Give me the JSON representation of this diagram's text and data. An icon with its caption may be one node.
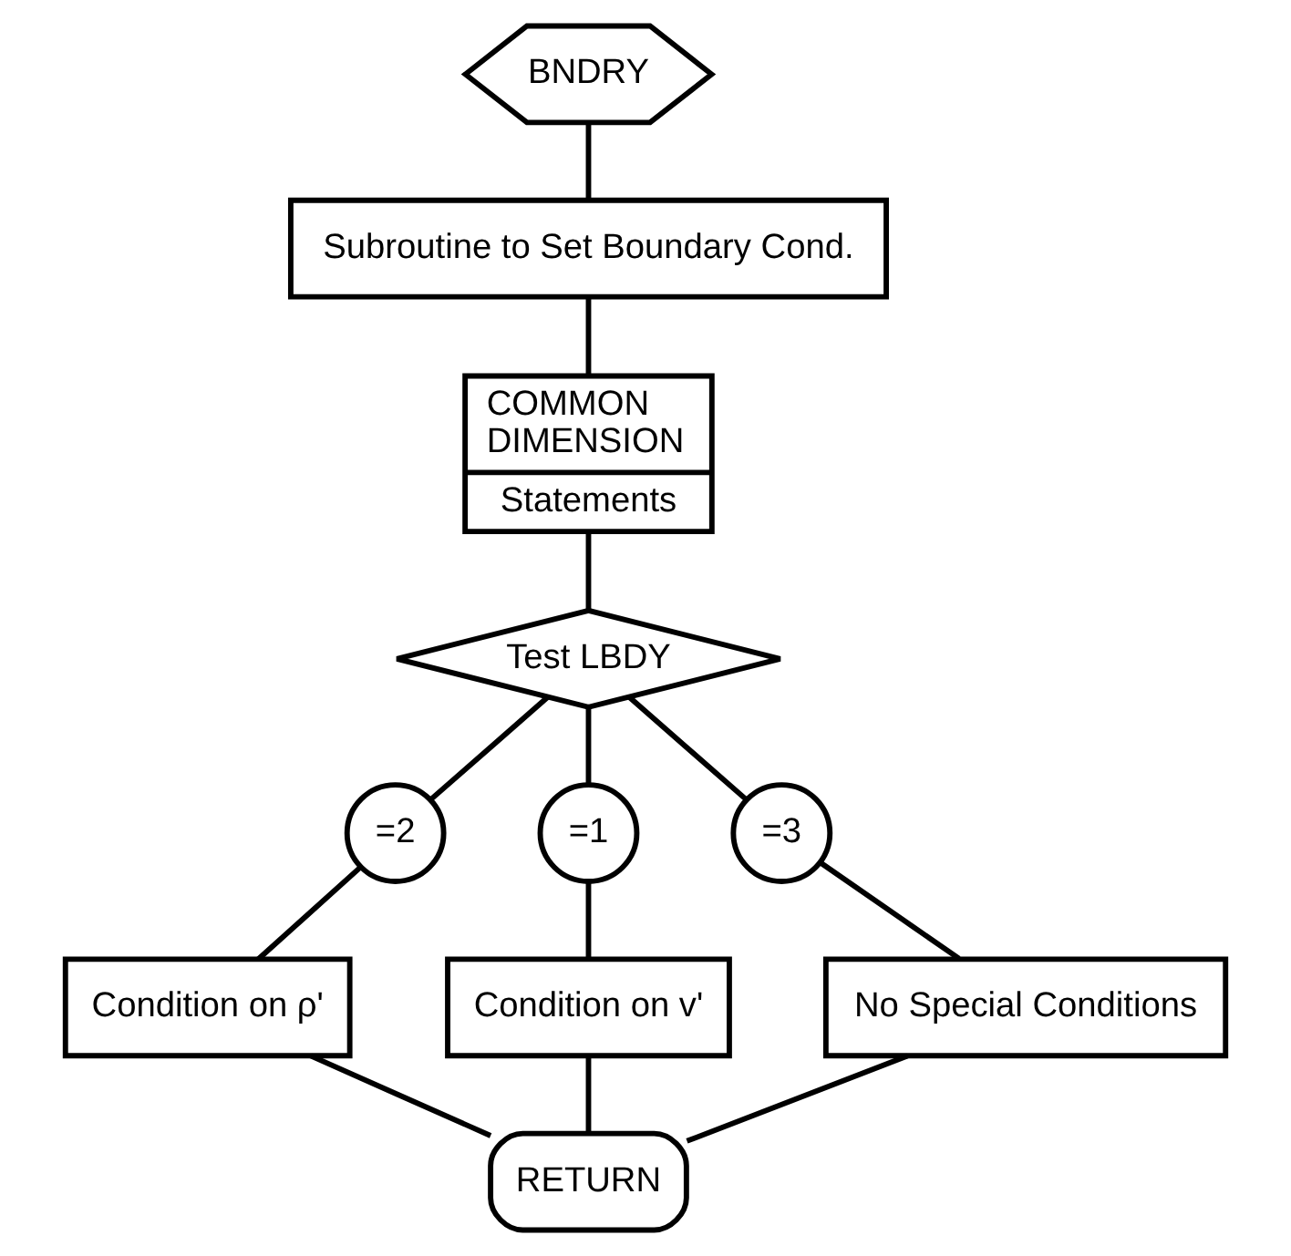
{
  "diagram": {
    "nodes": [
      {
        "text": [
          "BNDRY"
        ]
      },
      {
        "text": [
          "Subroutine to Set Boundary Cond."
        ]
      },
      {
        "text": [
          "COMMON DIMENSION",
          "Statements"
        ]
      },
      {
        "text": [
          "Test LBDY"
        ]
      },
      {
        "text": [
          "=2"
        ]
      },
      {
        "text": [
          "=3"
        ]
      },
      {
        "text": [
          "=1"
        ]
      },
      {
        "text": [
          "Condition on v'"
        ]
      },
      {
        "text": [
          "Condition on ρ'"
        ]
      },
      {
        "text": [
          "No Special Conditions"
        ]
      },
      {
        "text": [
          "RETURN"
        ]
      }
    ],
    "edges": [
      {
        "from": 0,
        "to": 1,
        "arrow": "none"
      },
      {
        "from": 1,
        "to": 2,
        "arrow": "none"
      },
      {
        "from": 2,
        "to": 3,
        "arrow": "none"
      },
      {
        "from": 3,
        "to": 4,
        "arrow": "none"
      },
      {
        "from": 3,
        "to": 5,
        "arrow": "none"
      },
      {
        "from": 3,
        "to": 6,
        "arrow": "none"
      },
      {
        "from": 6,
        "to": 7,
        "arrow": "none"
      },
      {
        "from": 4,
        "to": 8,
        "arrow": "none"
      },
      {
        "from": 5,
        "to": 9,
        "arrow": "none"
      },
      {
        "from": 8,
        "to": 10,
        "arrow": "none"
      },
      {
        "from": 7,
        "to": 10,
        "arrow": "none"
      },
      {
        "from": 9,
        "to": 10,
        "arrow": "none"
      }
    ]
  }
}
